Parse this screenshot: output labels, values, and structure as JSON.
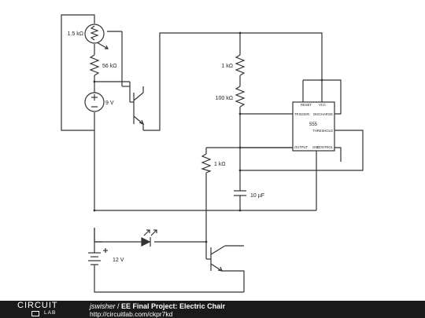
{
  "components": {
    "r_ldr": "1.5 kΩ",
    "r_56k": "56 kΩ",
    "battery_9v": "9 V",
    "r_1k_top": "1 kΩ",
    "r_100k": "100 kΩ",
    "r_1k_mid": "1 kΩ",
    "cap": "10 µF",
    "battery_12v": "12 V"
  },
  "timer": {
    "name": "555",
    "reset": "RESET",
    "vcc": "VCC",
    "trigger": "TRIGGER",
    "discharge": "DISCHARGE",
    "threshold": "THRESHOLD",
    "output": "OUTPUT",
    "gnd": "GND",
    "control": "CONTROL"
  },
  "footer": {
    "logo_top": "CIRCUIT",
    "logo_bottom": "LAB",
    "user": "jswisher",
    "separator": " / ",
    "title": "EE Final Project: Electric Chair",
    "url": "http://circuitlab.com/ckpr7kd"
  }
}
